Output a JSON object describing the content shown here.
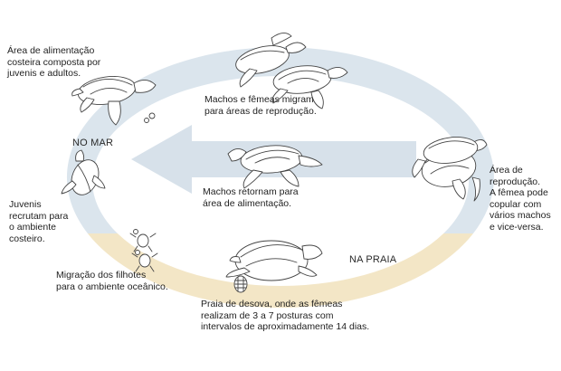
{
  "colors": {
    "sea": "#dbe5ed",
    "beach": "#f3e6c6",
    "arrow": "#d7e1ea",
    "turtle_fill": "#ffffff",
    "turtle_line": "#444444"
  },
  "zones": {
    "sea": "NO MAR",
    "beach": "NA PRAIA"
  },
  "labels": {
    "feeding_area": "Área de alimentação\ncosteira composta por\njuvenis e adultos.",
    "migrate": "Machos e fêmeas migram\npara áreas de reprodução.",
    "return": "Machos retornam para\nárea de alimentação.",
    "reproduction": "Área de\nreprodução.\nA fêmea pode\ncopular com\nvários machos\ne vice-versa.",
    "juveniles": "Juvenis\nrecrutam para\no ambiente\ncosteiro.",
    "hatchlings": "Migração dos filhotes\npara o ambiente oceânico.",
    "nesting": "Praia de desova, onde as fêmeas\nrealizam de 3 a 7 posturas com\nintervalos de aproximadamente 14 dias."
  }
}
